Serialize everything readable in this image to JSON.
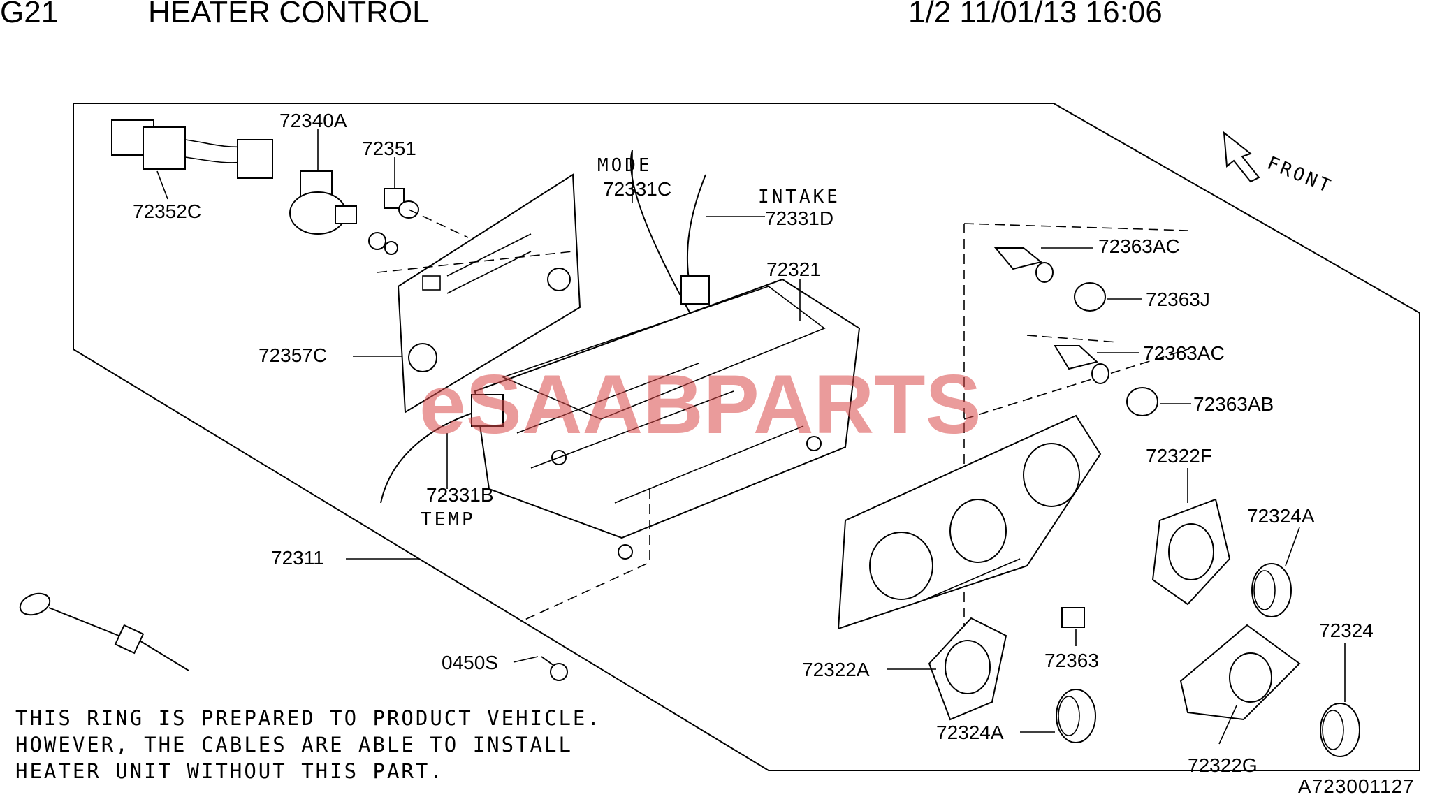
{
  "header": {
    "model": "G21",
    "title": "HEATER CONTROL",
    "page_info": "1/2 11/01/13 16:06"
  },
  "labels": {
    "mode": "MODE",
    "intake": "INTAKE",
    "temp": "TEMP",
    "front": "FRONT"
  },
  "parts": [
    {
      "id": "p-72340A",
      "number": "72340A"
    },
    {
      "id": "p-72351",
      "number": "72351"
    },
    {
      "id": "p-72352C",
      "number": "72352C"
    },
    {
      "id": "p-72331C",
      "number": "72331C"
    },
    {
      "id": "p-72331D",
      "number": "72331D"
    },
    {
      "id": "p-72321",
      "number": "72321"
    },
    {
      "id": "p-72357C",
      "number": "72357C"
    },
    {
      "id": "p-72331B",
      "number": "72331B"
    },
    {
      "id": "p-72311",
      "number": "72311"
    },
    {
      "id": "p-0450S",
      "number": "0450S"
    },
    {
      "id": "p-72363AC-1",
      "number": "72363AC"
    },
    {
      "id": "p-72363J",
      "number": "72363J"
    },
    {
      "id": "p-72363AC-2",
      "number": "72363AC"
    },
    {
      "id": "p-72363AB",
      "number": "72363AB"
    },
    {
      "id": "p-72322F",
      "number": "72322F"
    },
    {
      "id": "p-72324A-1",
      "number": "72324A"
    },
    {
      "id": "p-72324",
      "number": "72324"
    },
    {
      "id": "p-72322A",
      "number": "72322A"
    },
    {
      "id": "p-72363",
      "number": "72363"
    },
    {
      "id": "p-72324A-2",
      "number": "72324A"
    },
    {
      "id": "p-72322G",
      "number": "72322G"
    }
  ],
  "note": {
    "line1": "THIS RING IS PREPARED TO PRODUCT VEHICLE.",
    "line2": "HOWEVER, THE CABLES ARE ABLE TO INSTALL",
    "line3": "HEATER UNIT WITHOUT THIS PART."
  },
  "watermark": "eSAABPARTS",
  "diagram_code": "A723001127"
}
